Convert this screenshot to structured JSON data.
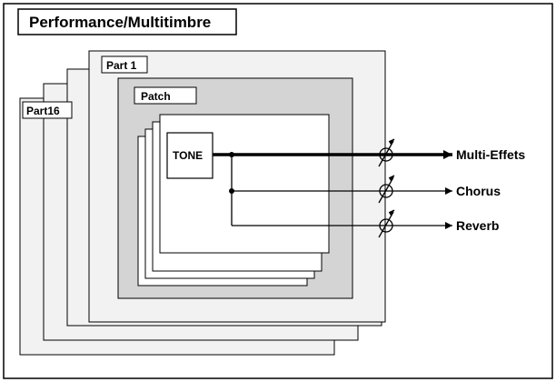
{
  "title": "Performance/Multitimbre",
  "layers": {
    "part16": "Part16",
    "part1": "Part 1",
    "patch": "Patch",
    "tone": "TONE"
  },
  "outputs": {
    "multi_effects": "Multi-Effets",
    "chorus": "Chorus",
    "reverb": "Reverb"
  },
  "colors": {
    "layer_light": "#f2f2f2",
    "patch_fill": "#d4d4d4",
    "line": "#000000"
  }
}
